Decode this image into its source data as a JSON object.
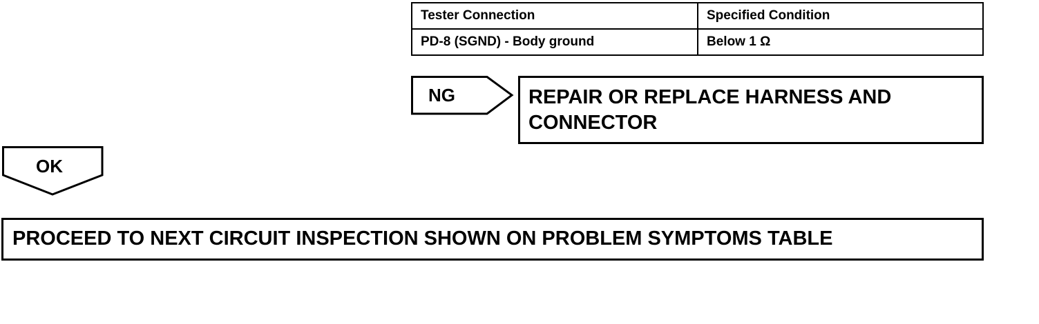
{
  "table": {
    "headers": [
      "Tester Connection",
      "Specified Condition"
    ],
    "rows": [
      [
        "PD-8 (SGND) - Body ground",
        "Below 1 Ω"
      ]
    ]
  },
  "ng_branch": {
    "label": "NG",
    "action_line_1": "REPAIR OR REPLACE HARNESS AND",
    "action_line_2": "CONNECTOR"
  },
  "ok_branch": {
    "label": "OK",
    "action": "PROCEED TO NEXT CIRCUIT INSPECTION SHOWN ON PROBLEM SYMPTOMS TABLE"
  }
}
